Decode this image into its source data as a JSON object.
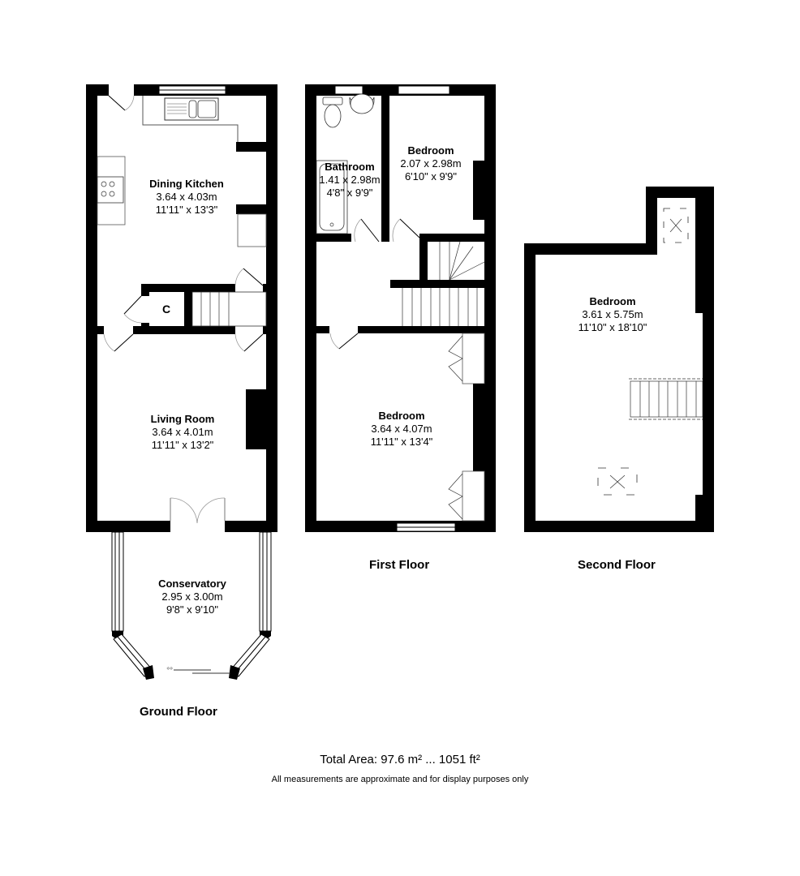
{
  "floors": {
    "ground": {
      "title": "Ground Floor",
      "rooms": [
        {
          "name": "Dining Kitchen",
          "metric": "3.64 x 4.03m",
          "imperial": "11'11\" x 13'3\""
        },
        {
          "name": "Living Room",
          "metric": "3.64 x 4.01m",
          "imperial": "11'11\" x 13'2\""
        },
        {
          "name": "Conservatory",
          "metric": "2.95 x 3.00m",
          "imperial": "9'8\" x 9'10\""
        }
      ],
      "cupboard_label": "C"
    },
    "first": {
      "title": "First Floor",
      "rooms": [
        {
          "name": "Bathroom",
          "metric": "1.41 x 2.98m",
          "imperial": "4'8\" x 9'9\""
        },
        {
          "name": "Bedroom",
          "metric": "2.07 x 2.98m",
          "imperial": "6'10\" x 9'9\""
        },
        {
          "name": "Bedroom",
          "metric": "3.64 x 4.07m",
          "imperial": "11'11\" x 13'4\""
        }
      ]
    },
    "second": {
      "title": "Second Floor",
      "rooms": [
        {
          "name": "Bedroom",
          "metric": "3.61 x 5.75m",
          "imperial": "11'10\" x 18'10\""
        }
      ]
    }
  },
  "footer": {
    "total_area": "Total Area: 97.6 m² ... 1051 ft²",
    "disclaimer": "All measurements are approximate and for display purposes only"
  },
  "colors": {
    "wall": "#000000",
    "background": "#ffffff",
    "fixture_line": "#555555"
  }
}
